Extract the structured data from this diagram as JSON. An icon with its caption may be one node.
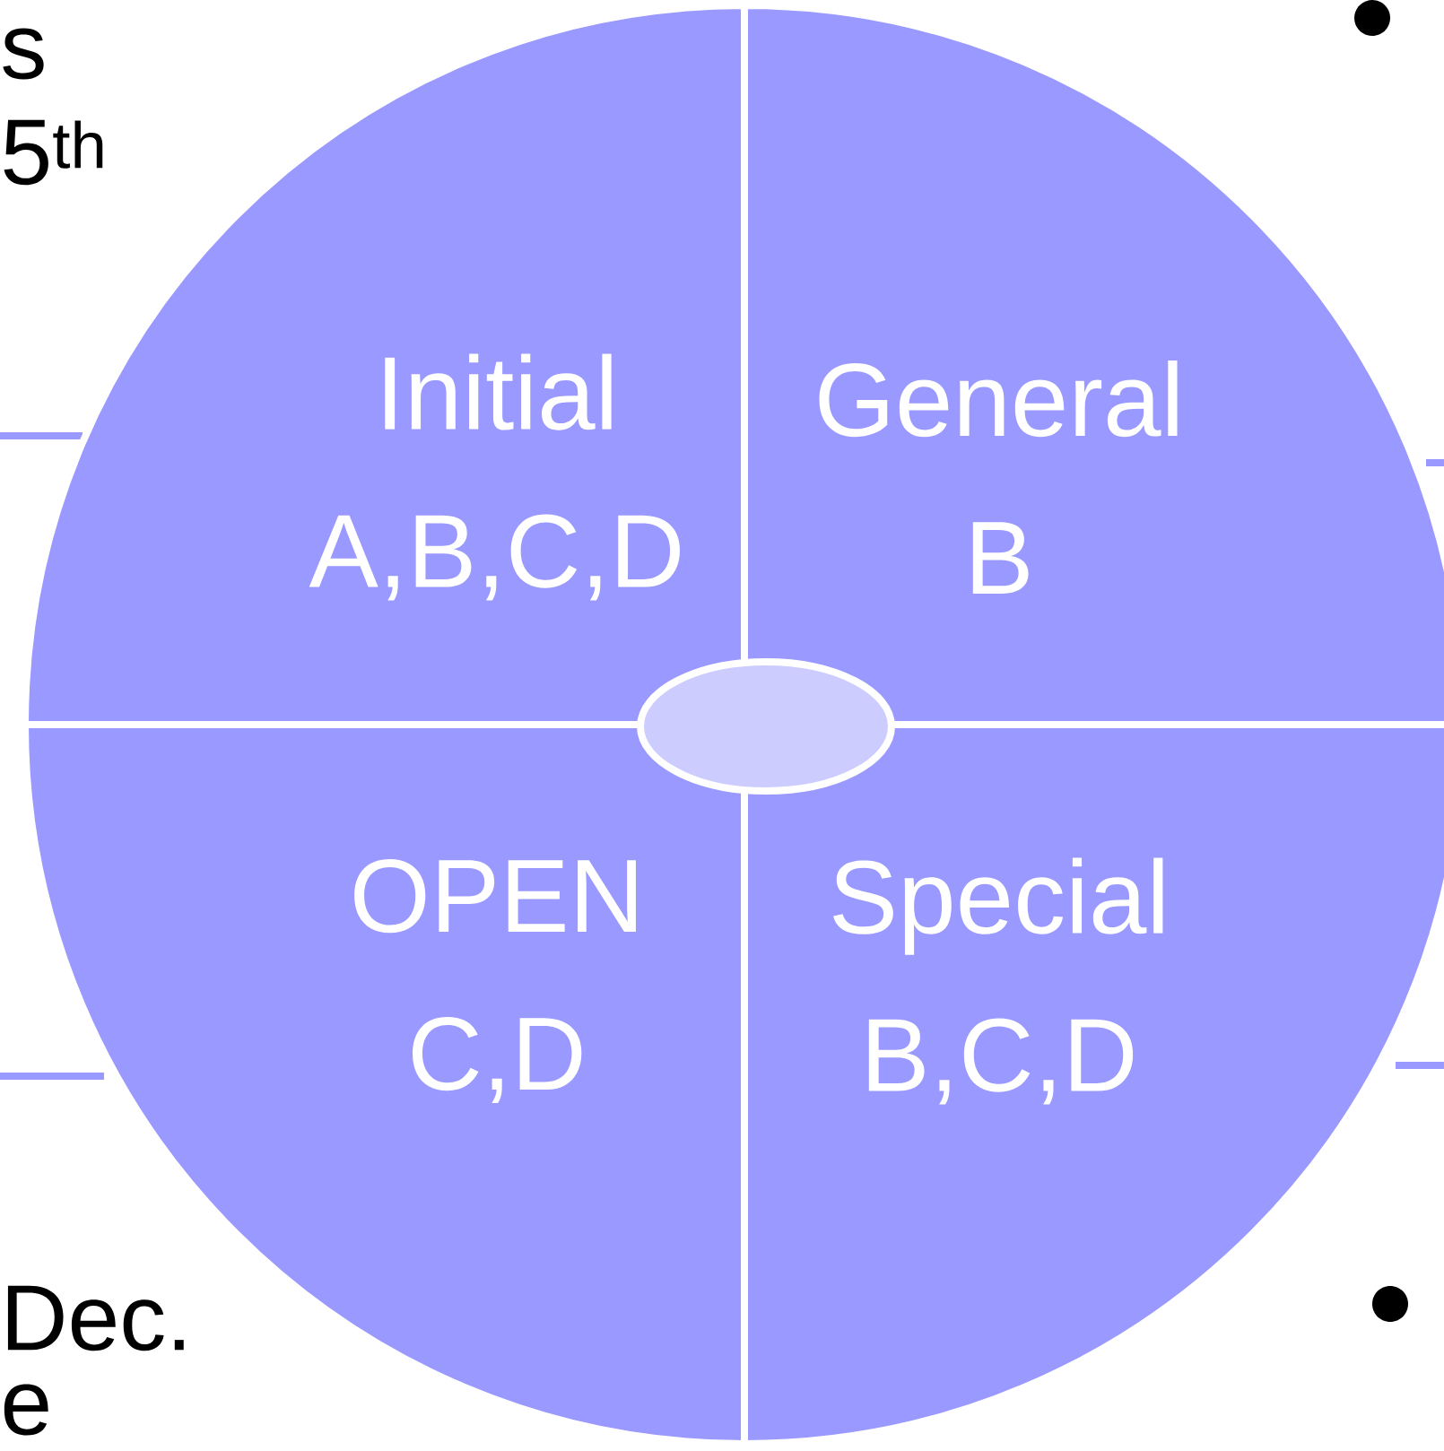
{
  "diagram": {
    "nodes": [
      {
        "text": [
          "Initial",
          "A,B,C,D"
        ]
      },
      {
        "text": [
          "General",
          "B"
        ]
      },
      {
        "text": [
          "OPEN",
          "C,D"
        ]
      },
      {
        "text": [
          "Special",
          "B,C,D"
        ]
      },
      {
        "text": [],
        "shape": "ellipse"
      }
    ],
    "labels": [
      "s",
      "5$^{th}$",
      "Dec.",
      "e"
    ]
  }
}
